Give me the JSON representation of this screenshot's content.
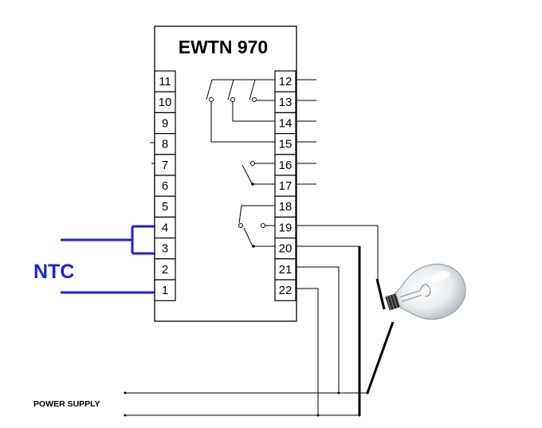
{
  "device": {
    "model": "EWTN 970",
    "left_terminals": [
      "11",
      "10",
      "9",
      "8",
      "7",
      "6",
      "5",
      "4",
      "3",
      "2",
      "1"
    ],
    "right_terminals": [
      "12",
      "13",
      "14",
      "15",
      "16",
      "17",
      "18",
      "19",
      "20",
      "21",
      "22"
    ]
  },
  "sensor": {
    "label": "NTC",
    "color": "#1a23d6"
  },
  "power_supply": {
    "label": "POWER SUPPLY"
  }
}
